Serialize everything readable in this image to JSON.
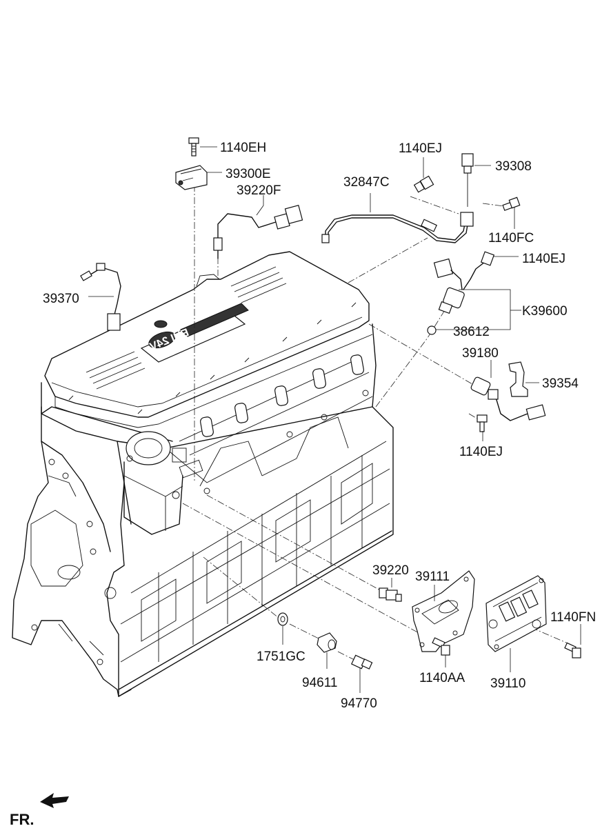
{
  "labels": {
    "p1140EH": "1140EH",
    "p39300E": "39300E",
    "p39220F": "39220F",
    "p39370": "39370",
    "p32847C": "32847C",
    "p1140EJ_top": "1140EJ",
    "p39308": "39308",
    "p1140FC": "1140FC",
    "p1140EJ_right": "1140EJ",
    "pK39600": "K39600",
    "p38612": "38612",
    "p39180": "39180",
    "p39354": "39354",
    "p1140EJ_lower": "1140EJ",
    "p39220": "39220",
    "p39111": "39111",
    "p1140FN": "1140FN",
    "p1751GC": "1751GC",
    "p94611": "94611",
    "p94770": "94770",
    "p1140AA": "1140AA",
    "p39110": "39110"
  },
  "engine_badge": "EUI 24V",
  "direction_label": "FR."
}
